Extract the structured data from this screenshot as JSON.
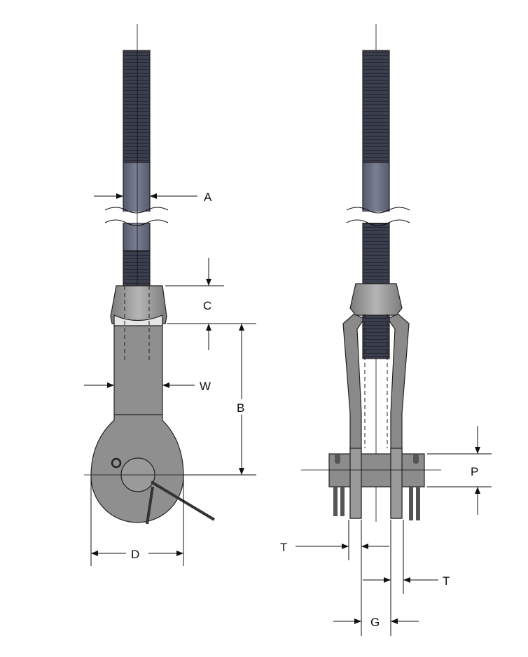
{
  "diagram": {
    "title": "Clevis-eye end fitting dimension drawing",
    "labels": {
      "A": "A",
      "C": "C",
      "W": "W",
      "B": "B",
      "D": "D",
      "P": "P",
      "T_left": "T",
      "T_right": "T",
      "G": "G"
    },
    "colors": {
      "thread": "#3b3e4c",
      "shank": "#6b6f82",
      "body": "#8f8f8f",
      "cap": "#9c9c9c",
      "highlight": "#e6e6e6"
    }
  }
}
